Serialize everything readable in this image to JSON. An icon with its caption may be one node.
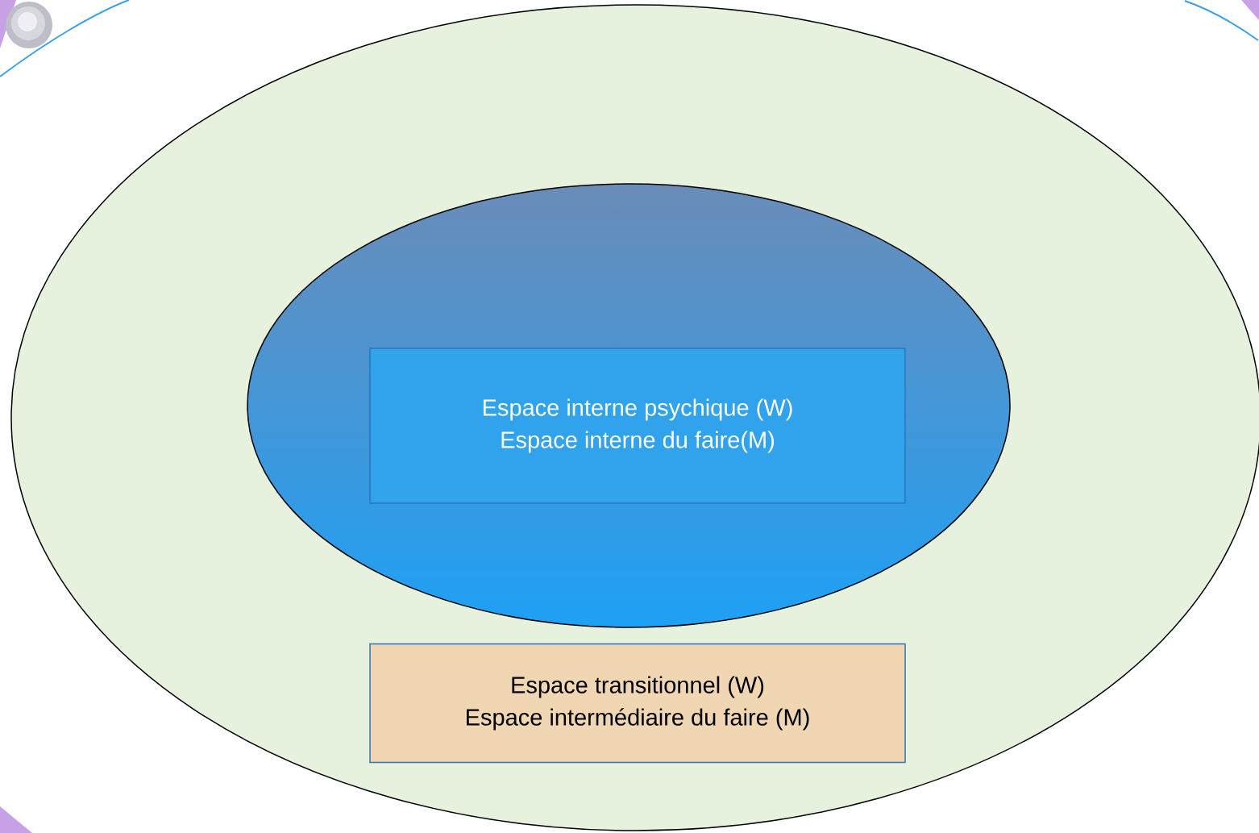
{
  "diagram": {
    "nodes": [
      {
        "text": [],
        "shape": "ellipse"
      },
      {
        "text": [],
        "shape": "ellipse",
        "in": 0
      },
      {
        "text": [
          "Espace interne psychique (W)",
          "Espace interne du faire(M)"
        ],
        "in": 1
      },
      {
        "text": [
          "Espace transitionnel (W)",
          "Espace intermédiaire du faire (M)"
        ],
        "in": 0
      }
    ]
  }
}
